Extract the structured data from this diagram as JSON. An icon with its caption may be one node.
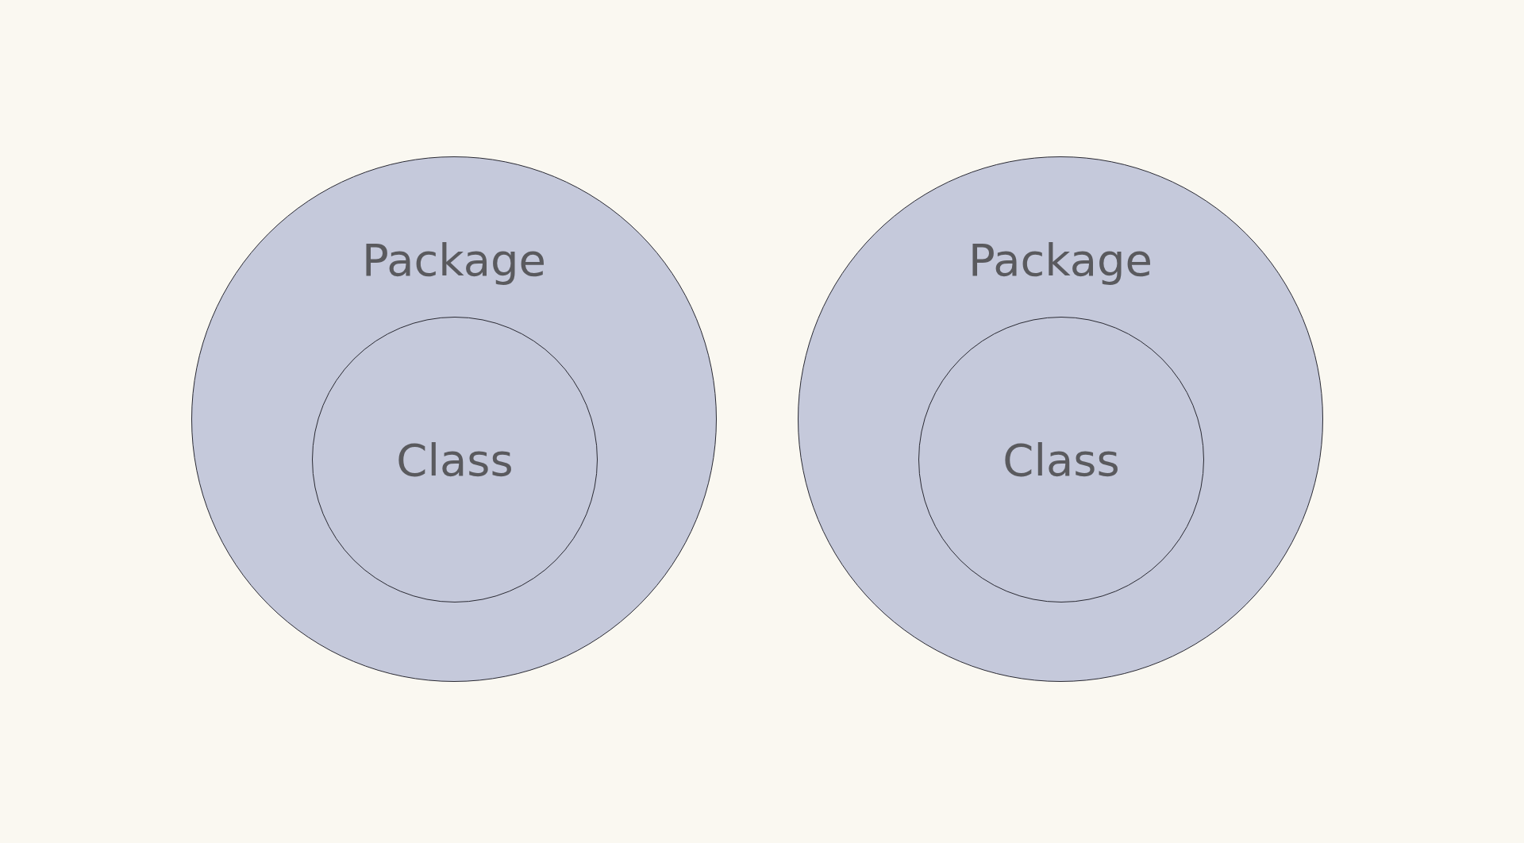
{
  "diagram": {
    "nodes": [
      {
        "text": [
          "Package"
        ]
      },
      {
        "text": [
          "Class"
        ],
        "in": 0
      },
      {
        "text": [
          "Package"
        ]
      },
      {
        "text": [
          "Class"
        ],
        "in": 2
      }
    ]
  }
}
